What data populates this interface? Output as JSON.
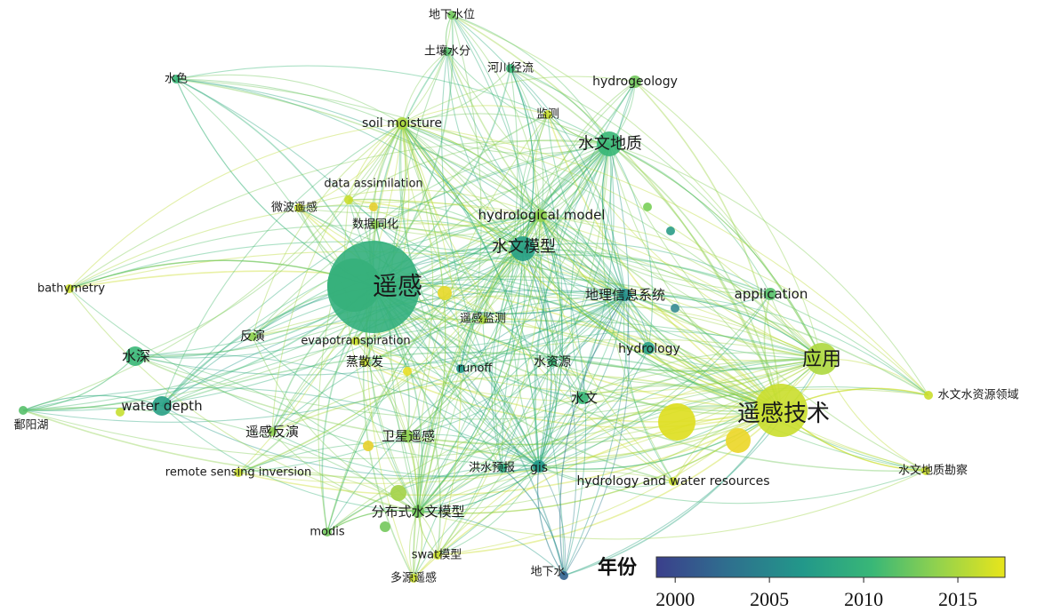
{
  "legend": {
    "title": "年份",
    "ticks": [
      "2000",
      "2005",
      "2010",
      "2015"
    ],
    "gradient": [
      "#3b3f8c",
      "#2f6e8e",
      "#22988a",
      "#39b777",
      "#8fd14f",
      "#e8e51b"
    ]
  },
  "nodes": [
    {
      "id": "yaogan",
      "label": "遥感",
      "year": 2010,
      "weight": 10
    },
    {
      "id": "yaogan_jishu",
      "label": "遥感技术",
      "year": 2016,
      "weight": 8
    },
    {
      "id": "yingyong",
      "label": "应用",
      "year": 2015,
      "weight": 5
    },
    {
      "id": "shuiwen_moxing",
      "label": "水文模型",
      "year": 2008,
      "weight": 4
    },
    {
      "id": "shuiwen_dizhi",
      "label": "水文地质",
      "year": 2011,
      "weight": 4
    },
    {
      "id": "application",
      "label": "application",
      "year": 2012,
      "weight": 2
    },
    {
      "id": "hydrogeology",
      "label": "hydrogeology",
      "year": 2013,
      "weight": 2
    },
    {
      "id": "soil_moisture",
      "label": "soil moisture",
      "year": 2015,
      "weight": 2
    },
    {
      "id": "data_assimilation",
      "label": "data assimilation",
      "year": 2016,
      "weight": 1
    },
    {
      "id": "weibo_yaogan",
      "label": "微波遥感",
      "year": 2016,
      "weight": 1
    },
    {
      "id": "shuju_tonghua",
      "label": "数据同化",
      "year": 2014,
      "weight": 1
    },
    {
      "id": "hydrological_model",
      "label": "hydrological model",
      "year": 2014,
      "weight": 2
    },
    {
      "id": "dili_xinxi",
      "label": "地理信息系统",
      "year": 2006,
      "weight": 2
    },
    {
      "id": "hydrology",
      "label": "hydrology",
      "year": 2008,
      "weight": 2
    },
    {
      "id": "bathymetry",
      "label": "bathymetry",
      "year": 2016,
      "weight": 1
    },
    {
      "id": "shuishen",
      "label": "水深",
      "year": 2011,
      "weight": 3
    },
    {
      "id": "fanyan",
      "label": "反演",
      "year": 2014,
      "weight": 1
    },
    {
      "id": "evapotranspiration",
      "label": "evapotranspiration",
      "year": 2016,
      "weight": 1
    },
    {
      "id": "yaogan_jiance",
      "label": "遥感监测",
      "year": 2015,
      "weight": 1
    },
    {
      "id": "zhengsanfa",
      "label": "蒸散发",
      "year": 2016,
      "weight": 1
    },
    {
      "id": "runoff",
      "label": "runoff",
      "year": 2007,
      "weight": 1
    },
    {
      "id": "shui_ziyuan",
      "label": "水资源",
      "year": 2011,
      "weight": 1
    },
    {
      "id": "water_depth",
      "label": "water depth",
      "year": 2008,
      "weight": 3
    },
    {
      "id": "poyanghu",
      "label": "鄱阳湖",
      "year": 2012,
      "weight": 1
    },
    {
      "id": "yaogan_fanyan",
      "label": "遥感反演",
      "year": 2014,
      "weight": 1
    },
    {
      "id": "weixing_yaogan",
      "label": "卫星遥感",
      "year": 2014,
      "weight": 2
    },
    {
      "id": "shuiwen",
      "label": "水文",
      "year": 2011,
      "weight": 2
    },
    {
      "id": "remote_sensing_inversion",
      "label": "remote sensing inversion",
      "year": 2016,
      "weight": 1
    },
    {
      "id": "hongshui_yubao",
      "label": "洪水预报",
      "year": 2009,
      "weight": 1
    },
    {
      "id": "gis",
      "label": "gis",
      "year": 2007,
      "weight": 2
    },
    {
      "id": "hydrology_water_resources",
      "label": "hydrology and water resources",
      "year": 2016,
      "weight": 1
    },
    {
      "id": "fenbushi",
      "label": "分布式水文模型",
      "year": 2013,
      "weight": 2
    },
    {
      "id": "modis",
      "label": "modis",
      "year": 2013,
      "weight": 1
    },
    {
      "id": "swat",
      "label": "swat模型",
      "year": 2016,
      "weight": 1
    },
    {
      "id": "duoyuan",
      "label": "多源遥感",
      "year": 2016,
      "weight": 1
    },
    {
      "id": "dixiashui",
      "label": "地下水",
      "year": 2002,
      "weight": 1
    },
    {
      "id": "dixia_shuiwei",
      "label": "地下水位",
      "year": 2013,
      "weight": 1
    },
    {
      "id": "turang_shuifen",
      "label": "土壤水分",
      "year": 2012,
      "weight": 1
    },
    {
      "id": "hechuan_jingliu",
      "label": "河川径流",
      "year": 2011,
      "weight": 1
    },
    {
      "id": "jiance",
      "label": "监测",
      "year": 2016,
      "weight": 1
    },
    {
      "id": "shuise",
      "label": "水色",
      "year": 2011,
      "weight": 1
    },
    {
      "id": "shuiwen_ziyuan_lingyu",
      "label": "水文水资源领域",
      "year": 2016,
      "weight": 1
    },
    {
      "id": "shuiwen_dizhi_kancha",
      "label": "水文地质勘察",
      "year": 2016,
      "weight": 1
    }
  ]
}
